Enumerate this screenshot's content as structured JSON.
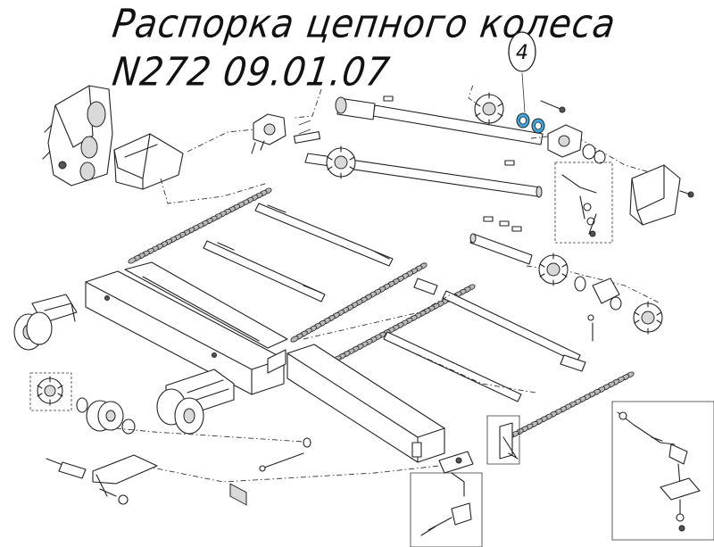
{
  "title": {
    "line1": "Распорка цепного колеса",
    "line2": "N272 09.01.07"
  },
  "callout": {
    "number": "4"
  },
  "colors": {
    "highlight": "#3ea6dd",
    "line": "#222222",
    "background": "#ffffff"
  }
}
